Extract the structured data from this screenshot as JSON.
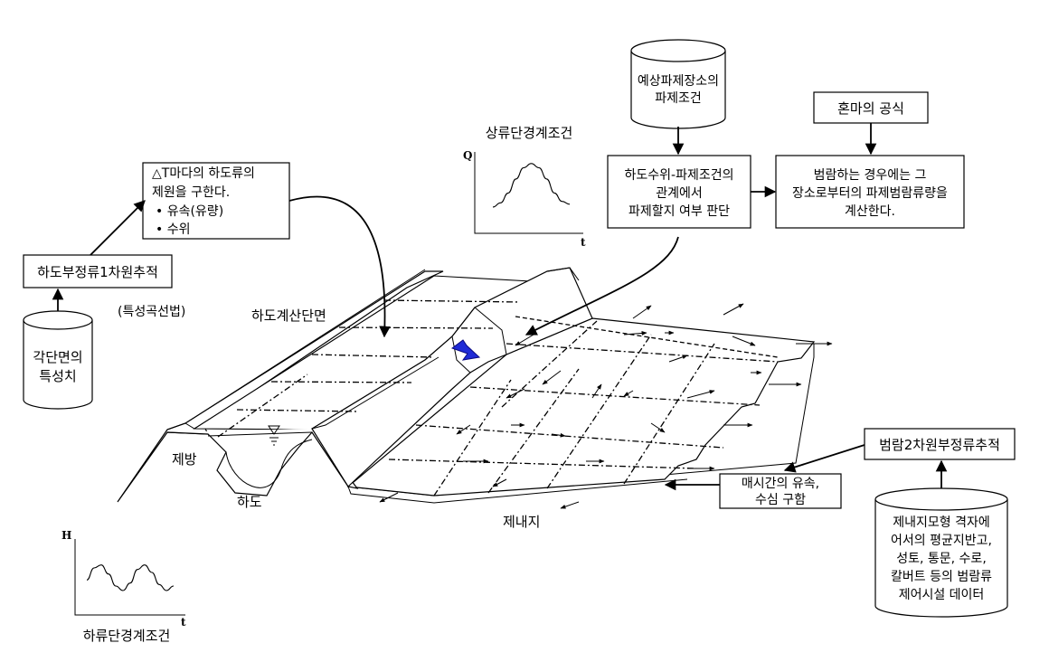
{
  "boxes": {
    "one_dim_tracking": "하도부정류1차원추적",
    "char_method": "(특성곡선법)",
    "channel_params": [
      "△T마다의 하도류의",
      "제원을 구한다.",
      "• 유속(유량)",
      "• 수위"
    ],
    "break_judgement": [
      "하도수위-파제조건의",
      "관계에서",
      "파제할지 여부 판단"
    ],
    "overflow_calc": [
      "범람하는 경우에는 그",
      "장소로부터의 파제범람류량을",
      "계산한다."
    ],
    "honma": "혼마의 공식",
    "velocity_depth": [
      "매시간의 유속,",
      "수심 구함"
    ],
    "two_dim_tracking": "범람2차원부정류추적"
  },
  "cylinders": {
    "cross_section": [
      "각단면의",
      "특성치"
    ],
    "break_site": [
      "예상파제장소의",
      "파제조건"
    ],
    "floodplain_data": [
      "제내지모형 격자에",
      "어서의 평균지반고,",
      "성토, 통문, 수로,",
      "칼버트 등의 범람류",
      "제어시설 데이터"
    ]
  },
  "labels": {
    "channel_section": "하도계산단면",
    "levee": "제방",
    "river": "하도",
    "floodplain": "제내지",
    "upstream_title": "상류단경계조건",
    "downstream_title": "하류단경계조건",
    "q_axis": "Q",
    "h_axis": "H",
    "t_axis_up": "t",
    "t_axis_down": "t"
  },
  "colors": {
    "flow_arrow": "#1f2bd6",
    "line": "#000000"
  },
  "chart_data": [
    {
      "type": "line",
      "title": "상류단경계조건",
      "xlabel": "t",
      "ylabel": "Q",
      "x": [
        0,
        1,
        2,
        3,
        4,
        5,
        6,
        7,
        8,
        9,
        10
      ],
      "series": [
        {
          "values": [
            2,
            5,
            12,
            22,
            30,
            33,
            30,
            22,
            12,
            6,
            4
          ]
        }
      ],
      "ylim": [
        0,
        40
      ]
    },
    {
      "type": "line",
      "title": "하류단경계조건",
      "xlabel": "t",
      "ylabel": "H",
      "x": [
        0,
        1,
        2,
        3,
        4,
        5,
        6,
        7,
        8,
        9,
        10,
        11,
        12
      ],
      "series": [
        {
          "values": [
            10,
            18,
            20,
            14,
            6,
            3,
            8,
            17,
            20,
            15,
            7,
            3,
            6
          ]
        }
      ],
      "ylim": [
        0,
        30
      ]
    }
  ]
}
